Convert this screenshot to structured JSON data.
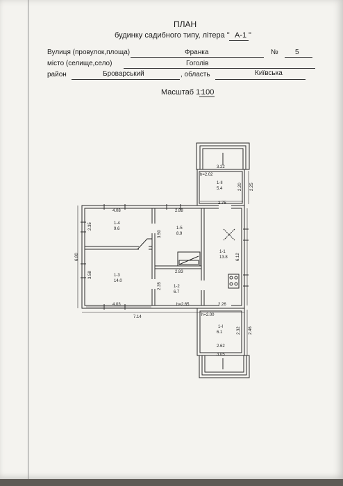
{
  "header": {
    "title": "ПЛАН",
    "subtitle": "будинку садибного типу, літера \"",
    "litera": "А-1",
    "litera_close": "\""
  },
  "address": {
    "street_label": "Вулиця (провулок,площа)",
    "street_value": "Франка",
    "number_label": "№",
    "number_value": "5",
    "city_label": "місто (селище,село)",
    "city_value": "Гоголів",
    "district_label": "район",
    "district_value": "Броварський",
    "region_label": ", область",
    "region_value": "Київська"
  },
  "scale": {
    "label": "Масштаб 1:",
    "value": "100"
  },
  "rooms": {
    "r14": {
      "id": "1-4",
      "area": "9.6"
    },
    "r15": {
      "id": "1-5",
      "area": "8.9"
    },
    "r13": {
      "id": "1-3",
      "area": "14.0"
    },
    "r12": {
      "id": "1-2",
      "area": "6.7"
    },
    "r11": {
      "id": "1-1",
      "area": "13.8"
    },
    "rII": {
      "id": "1-II",
      "area": "5.4"
    },
    "rI": {
      "id": "1-I",
      "area": "6.1"
    }
  },
  "dimensions": {
    "d322": "3.22",
    "h202": "h=2.02",
    "d220": "2.20",
    "d225": "2.25",
    "d275": "2.75",
    "d408": "4.08",
    "d288": "2.88",
    "d235a": "2.35",
    "d350": "3.50",
    "d680": "6.80",
    "d612": "6.12",
    "d283": "2.83",
    "d358": "3.58",
    "d235b": "2.35",
    "d403": "4.03",
    "h265": "h=2.65",
    "d226": "2.26",
    "d714": "7.14",
    "h200": "h=2.00",
    "d232": "2.32",
    "d246": "2.46",
    "d262": "2.62",
    "d305": "3.05"
  }
}
